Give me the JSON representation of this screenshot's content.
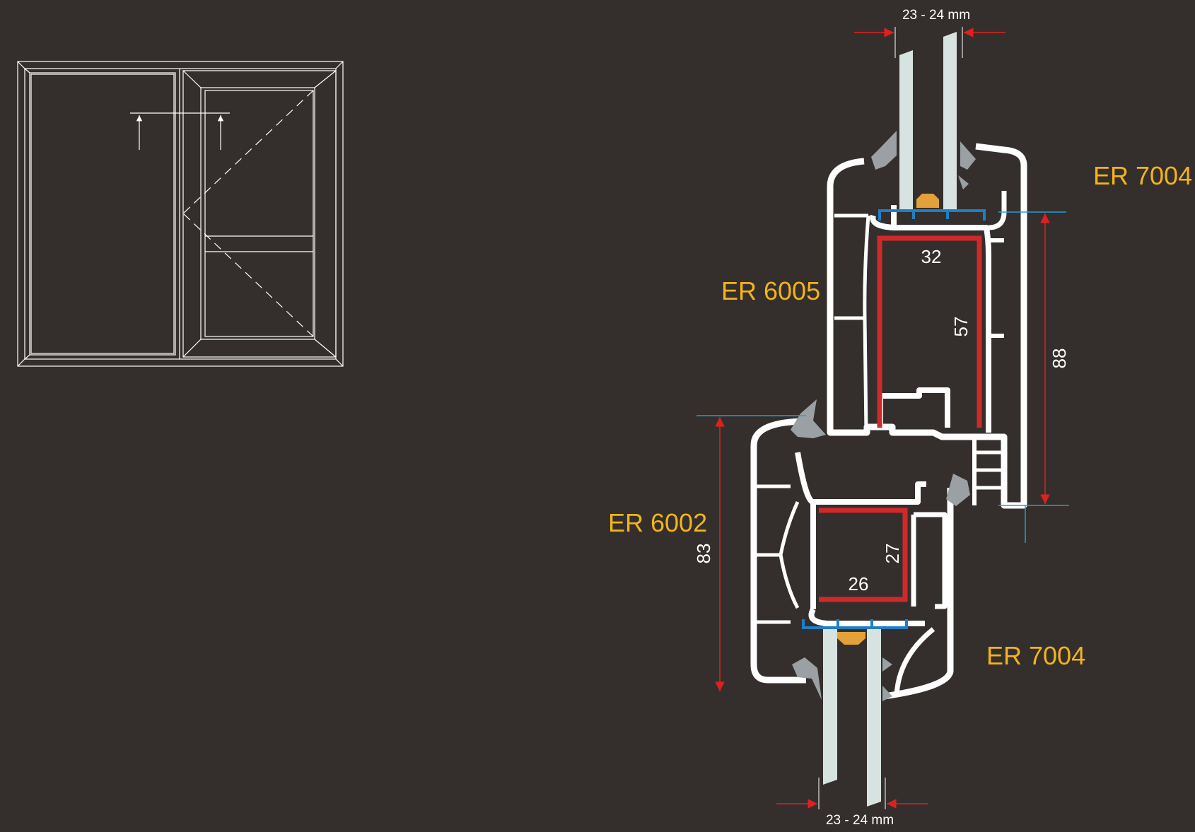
{
  "elevation": {
    "panes": [
      "fixed",
      "sash"
    ]
  },
  "section": {
    "top_glazing_label": "23 - 24 mm",
    "bottom_glazing_label": "23 - 24 mm",
    "labels": {
      "top_right": "ER 7004",
      "sash": "ER 6005",
      "frame": "ER 6002",
      "bottom_right": "ER 7004"
    },
    "dimensions": {
      "sash_height": "88",
      "frame_height": "83",
      "sash_reinforcement_width": "32",
      "sash_reinforcement_height": "57",
      "frame_reinforcement_width": "26",
      "frame_reinforcement_height": "27"
    }
  },
  "colors": {
    "background": "#342f2c",
    "profile": "#ffffff",
    "reinforcement": "#d1282b",
    "glazing_bead_strip": "#1f7fc4",
    "dimension_arrow": "#e02020",
    "dimension_guide": "#2a9ad8",
    "label": "#f2b41b",
    "glass": "#d6e3e1",
    "gasket": "#9aa0a3",
    "spacer": "#e3a13a"
  }
}
